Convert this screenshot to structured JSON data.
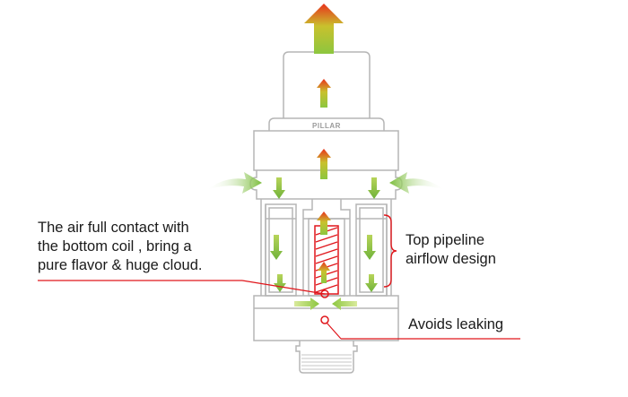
{
  "labels": {
    "left_annotation": [
      "The air full contact with",
      "the bottom coil , bring a",
      "pure flavor & huge cloud."
    ],
    "top_pipeline": [
      "Top pipeline",
      "airflow design"
    ],
    "avoids_leaking": "Avoids leaking",
    "brand_mark": "PILLAR"
  },
  "colors": {
    "line": "#b5b5b5",
    "annotation_line": "#e0161b",
    "coil": "#e0161b",
    "arrow_top": "#e8321c",
    "arrow_bottom": "#8cc63f"
  }
}
